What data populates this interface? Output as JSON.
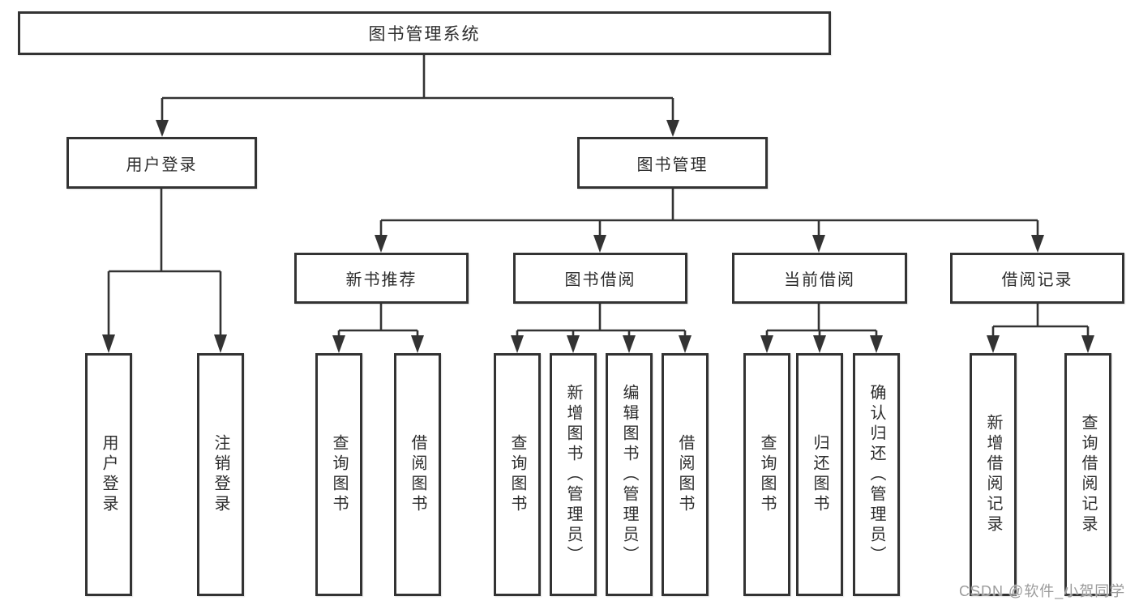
{
  "diagram": {
    "title": "图书管理系统",
    "level2": [
      {
        "label": "用户登录"
      },
      {
        "label": "图书管理"
      }
    ],
    "level3": [
      {
        "label": "新书推荐",
        "parent": "图书管理"
      },
      {
        "label": "图书借阅",
        "parent": "图书管理"
      },
      {
        "label": "当前借阅",
        "parent": "图书管理"
      },
      {
        "label": "借阅记录",
        "parent": "图书管理"
      }
    ],
    "leaves": [
      {
        "label": "用户登录",
        "parent": "用户登录"
      },
      {
        "label": "注销登录",
        "parent": "用户登录"
      },
      {
        "label": "查询图书",
        "parent": "新书推荐"
      },
      {
        "label": "借阅图书",
        "parent": "新书推荐"
      },
      {
        "label": "查询图书",
        "parent": "图书借阅"
      },
      {
        "label": "新增图书（管理员）",
        "parent": "图书借阅"
      },
      {
        "label": "编辑图书（管理员）",
        "parent": "图书借阅"
      },
      {
        "label": "借阅图书",
        "parent": "图书借阅"
      },
      {
        "label": "查询图书",
        "parent": "当前借阅"
      },
      {
        "label": "归还图书",
        "parent": "当前借阅"
      },
      {
        "label": "确认归还（管理员）",
        "parent": "当前借阅"
      },
      {
        "label": "新增借阅记录",
        "parent": "借阅记录"
      },
      {
        "label": "查询借阅记录",
        "parent": "借阅记录"
      }
    ]
  },
  "watermark": {
    "text": "CSDN @软件_小贺同学"
  },
  "colors": {
    "line": "#333333",
    "text": "#2d2d2d",
    "background": "#ffffff",
    "watermark": "#9b9b9b"
  }
}
